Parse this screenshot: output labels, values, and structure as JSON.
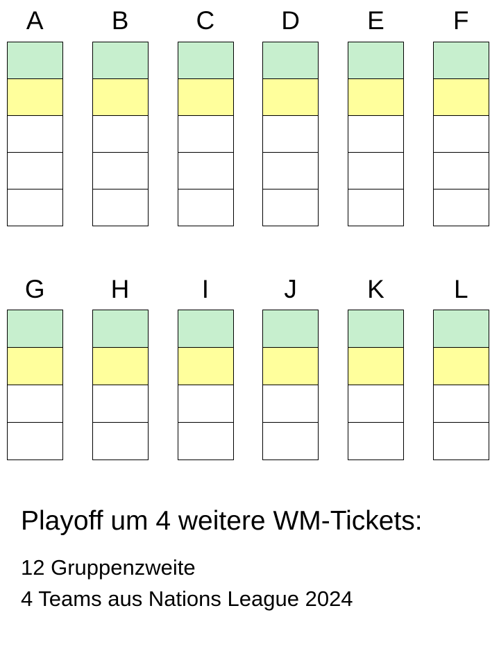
{
  "groups": {
    "row1": [
      "A",
      "B",
      "C",
      "D",
      "E",
      "F"
    ],
    "row2": [
      "G",
      "H",
      "I",
      "J",
      "K",
      "L"
    ]
  },
  "cell_roles": {
    "row1": [
      "qualified",
      "playoff",
      "empty",
      "empty",
      "empty"
    ],
    "row2": [
      "qualified",
      "playoff",
      "empty",
      "empty"
    ]
  },
  "legend": {
    "title": "Playoff um 4 weitere WM-Tickets:",
    "lines": [
      "12 Gruppenzweite",
      "4 Teams aus Nations League 2024"
    ]
  },
  "colors": {
    "qualified": "#c7efce",
    "playoff": "#ffff9c",
    "empty": "#ffffff",
    "border": "#000000"
  }
}
